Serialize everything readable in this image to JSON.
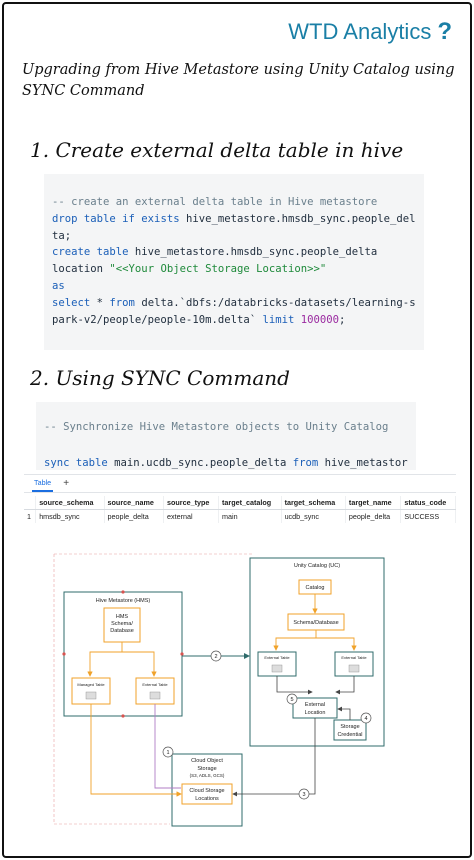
{
  "brand": {
    "name": "WTD Analytics",
    "mark": "?"
  },
  "subtitle": "Upgrading from Hive Metastore using Unity Catalog using SYNC Command",
  "steps": [
    {
      "title": "1. Create external delta table in hive"
    },
    {
      "title": "2. Using SYNC Command"
    }
  ],
  "code1": {
    "comment": "-- create an external delta table in Hive metastore",
    "kw_drop_table": "drop table",
    "kw_if_exists": "if exists",
    "drop_target_a": " hive_metastore.hmsdb_sync.people_del",
    "drop_target_b": "ta;",
    "kw_create_table": "create table",
    "create_target": " hive_metastore.hmsdb_sync.people_delta",
    "location_kw": "location",
    "location_str": "\"<<Your Object Storage Location>>\"",
    "as_kw": "as",
    "kw_select": "select",
    "select_rest_a": " * ",
    "kw_from": "from",
    "from_target_a": " delta.`dbfs:/databricks-datasets/learning-s",
    "from_target_b": "park-v2/people/people-10m.delta` ",
    "kw_limit": "limit",
    "limit_num": "100000",
    "semi": ";"
  },
  "code2": {
    "comment": "-- Synchronize Hive Metastore objects to Unity Catalog",
    "kw_sync": "sync",
    "kw_table": "table",
    "sync_target": " main.ucdb_sync.people_delta ",
    "kw_from": "from",
    "from_target": " hive_metastor"
  },
  "results": {
    "tab_label": "Table",
    "add_tab": "+",
    "columns": [
      "",
      "source_schema",
      "source_name",
      "source_type",
      "target_catalog",
      "target_schema",
      "target_name",
      "status_code"
    ],
    "rows": [
      [
        "1",
        "hmsdb_sync",
        "people_delta",
        "external",
        "main",
        "ucdb_sync",
        "people_delta",
        "SUCCESS"
      ]
    ]
  },
  "diagram": {
    "hms_title": "Hive Metastore (HMS)",
    "hms_schema": [
      "HMS",
      "Schema/",
      "Database"
    ],
    "managed_table": "Managed Table",
    "external_table_hms": "External Table",
    "uc_title": "Unity Catalog (UC)",
    "catalog": "Catalog",
    "uc_schema": "Schema/Database",
    "external_table_uc_1": "External Table",
    "external_table_uc_2": "External Table",
    "external_location": [
      "External",
      "Location"
    ],
    "storage_credential": [
      "Storage",
      "Credential"
    ],
    "cloud_object_storage": [
      "Cloud Object",
      "Storage"
    ],
    "cloud_providers": "(S3, ADLS, GCS)",
    "cloud_storage_locations": [
      "Cloud Storage",
      "Locations"
    ],
    "badges": [
      "1",
      "2",
      "3",
      "4",
      "5"
    ],
    "colors": {
      "teal": "#2f6b6b",
      "orange": "#f0a22a",
      "red": "#d9534f",
      "purple": "#b07cc6"
    }
  }
}
